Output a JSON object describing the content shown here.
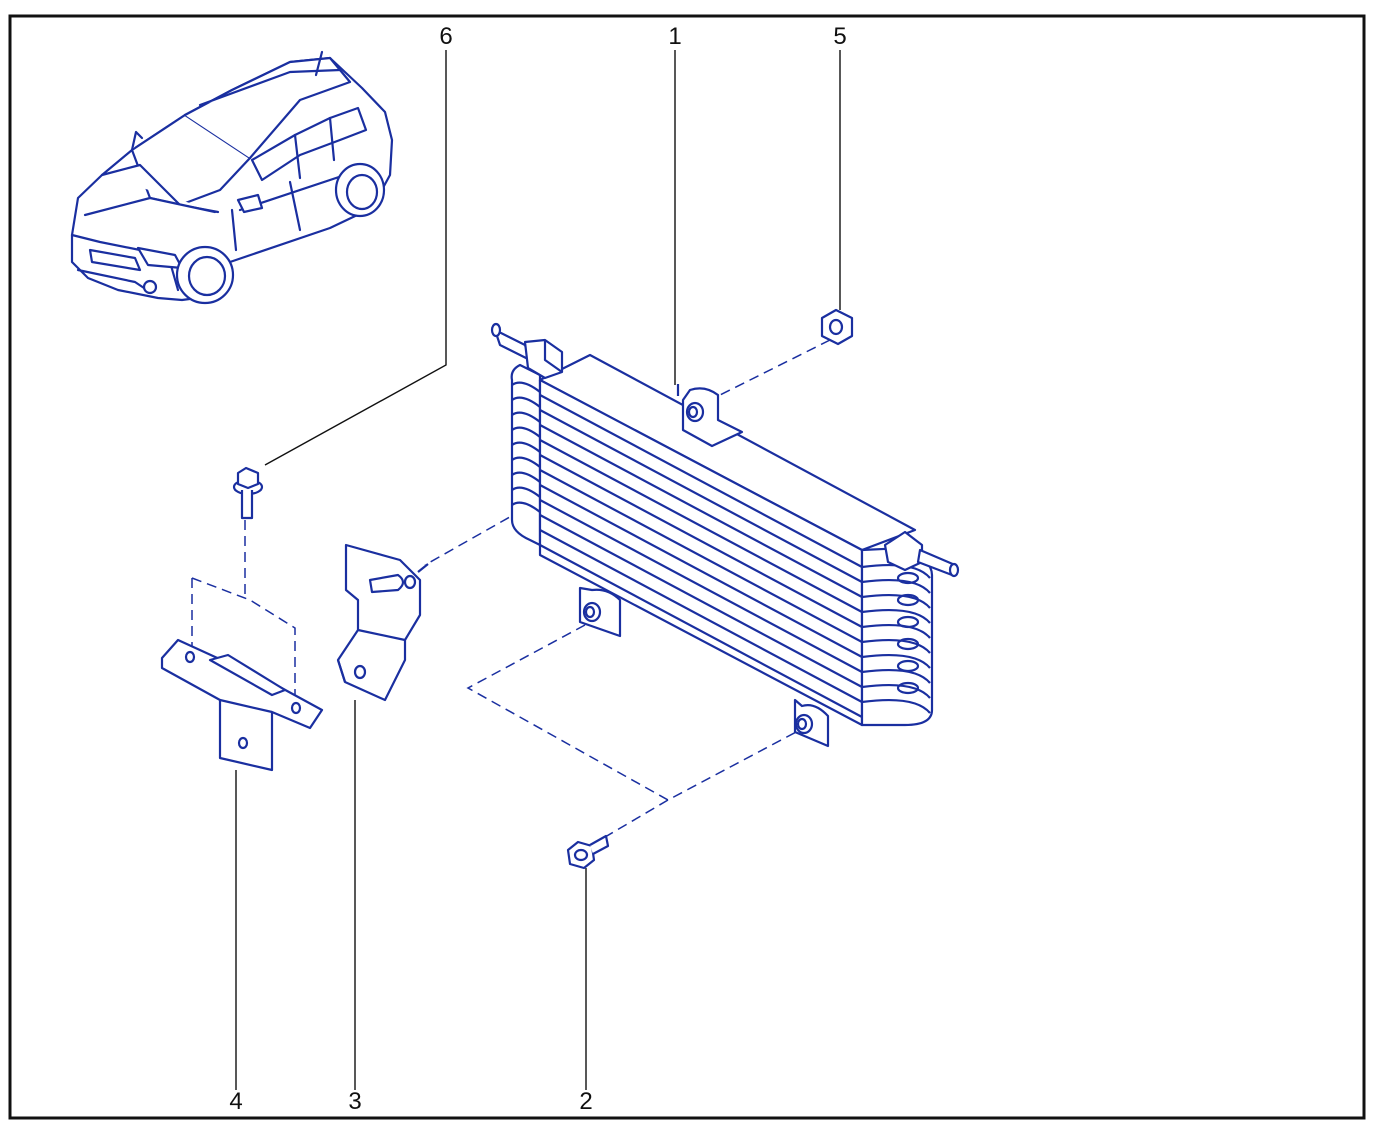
{
  "diagram": {
    "stroke_color": "#1a2fa0",
    "fill_color": "#ffffff",
    "border_color": "#111111",
    "callouts": [
      {
        "id": "c1",
        "label": "1"
      },
      {
        "id": "c2",
        "label": "2"
      },
      {
        "id": "c3",
        "label": "3"
      },
      {
        "id": "c4",
        "label": "4"
      },
      {
        "id": "c5",
        "label": "5"
      },
      {
        "id": "c6",
        "label": "6"
      }
    ],
    "parts": [
      {
        "callout": "1",
        "icon": "oil-cooler-icon"
      },
      {
        "callout": "2",
        "icon": "hex-bolt-icon"
      },
      {
        "callout": "3",
        "icon": "bracket-icon"
      },
      {
        "callout": "4",
        "icon": "mounting-plate-icon"
      },
      {
        "callout": "5",
        "icon": "hex-nut-icon"
      },
      {
        "callout": "6",
        "icon": "flange-bolt-icon"
      }
    ],
    "vehicle_icon": "suv-vehicle-icon"
  }
}
